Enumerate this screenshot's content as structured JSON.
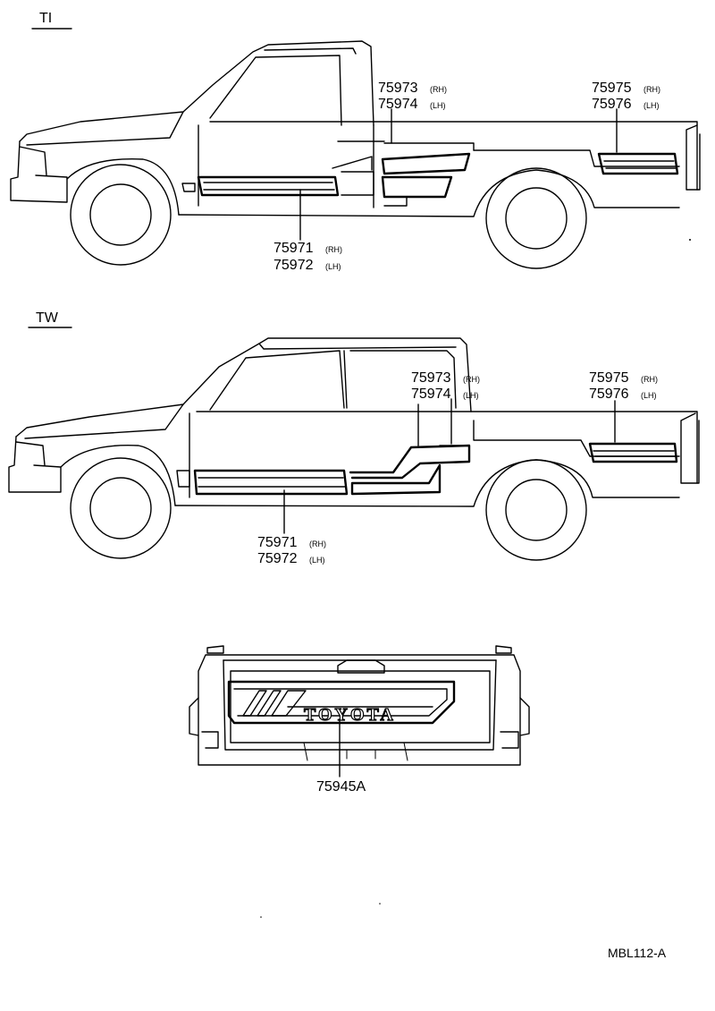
{
  "sections": {
    "ti": {
      "label": "TI"
    },
    "tw": {
      "label": "TW"
    }
  },
  "parts": {
    "ti_door_rh": {
      "num": "75971",
      "side": "(RH)"
    },
    "ti_door_lh": {
      "num": "75972",
      "side": "(LH)"
    },
    "ti_cab_rh": {
      "num": "75973",
      "side": "(RH)"
    },
    "ti_cab_lh": {
      "num": "75974",
      "side": "(LH)"
    },
    "ti_bed_rh": {
      "num": "75975",
      "side": "(RH)"
    },
    "ti_bed_lh": {
      "num": "75976",
      "side": "(LH)"
    },
    "tw_door_rh": {
      "num": "75971",
      "side": "(RH)"
    },
    "tw_door_lh": {
      "num": "75972",
      "side": "(LH)"
    },
    "tw_cab_rh": {
      "num": "75973",
      "side": "(RH)"
    },
    "tw_cab_lh": {
      "num": "75974",
      "side": "(LH)"
    },
    "tw_bed_rh": {
      "num": "75975",
      "side": "(RH)"
    },
    "tw_bed_lh": {
      "num": "75976",
      "side": "(LH)"
    },
    "tailgate": {
      "num": "75945A"
    }
  },
  "tailgate_logo": "TOYOTA",
  "diagram_code": "MBL112-A"
}
